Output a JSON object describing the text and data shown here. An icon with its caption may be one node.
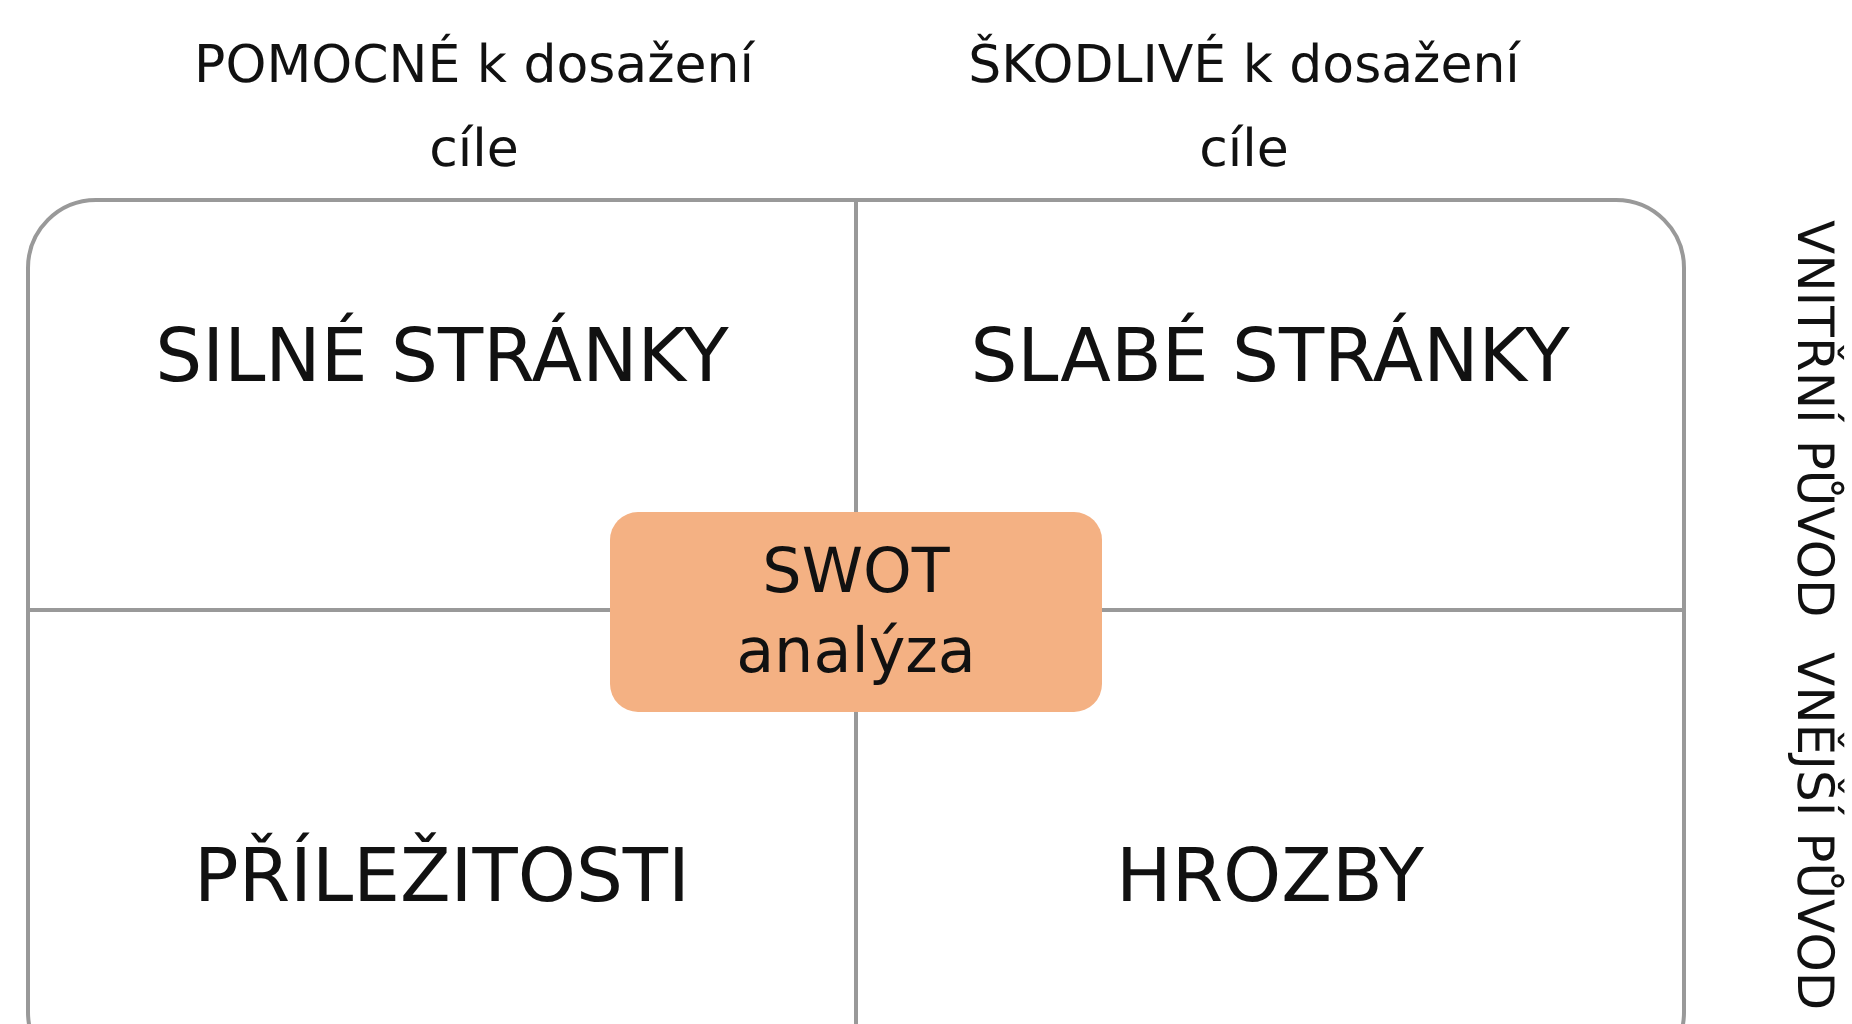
{
  "diagram": {
    "nodes": [
      {
        "text": [
          "SILNÉ STRÁNKY"
        ]
      },
      {
        "text": [
          "SLABÉ STRÁNKY"
        ]
      },
      {
        "text": [
          "PŘÍLEŽITOSTI"
        ]
      },
      {
        "text": [
          "HROZBY"
        ]
      },
      {
        "text": [
          "SWOT analýza"
        ]
      }
    ],
    "edges": [],
    "labels": [
      "POMOCNÉ k dosažení cíle",
      "ŠKODLIVÉ k dosažení cíle",
      "VNITŘNÍ PŮVOD",
      "VNĚJŠÍ PŮVOD"
    ]
  }
}
